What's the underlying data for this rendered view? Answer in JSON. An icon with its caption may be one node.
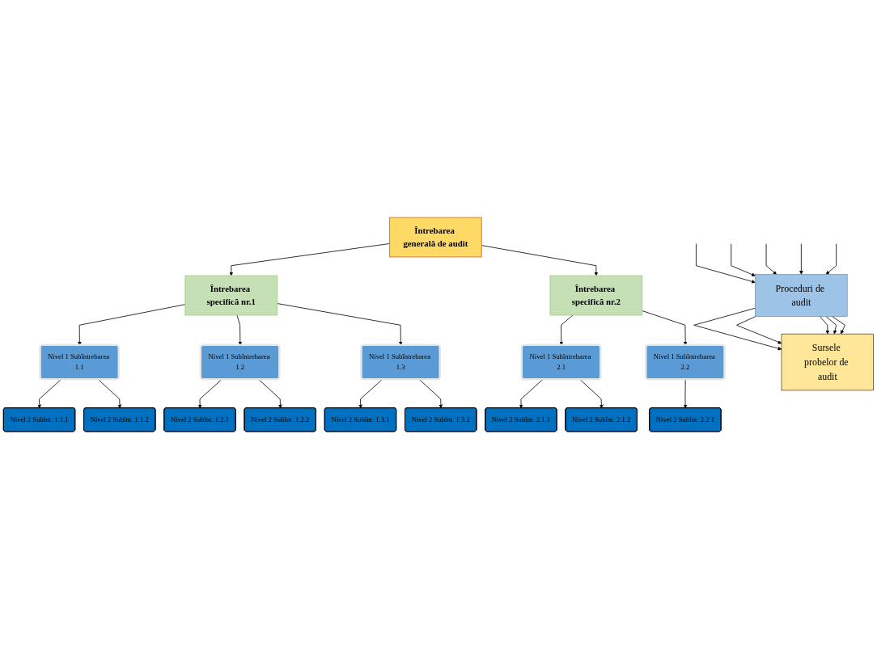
{
  "diagram": {
    "nodes": [
      {
        "text": [
          "Întrebarea generală de audit"
        ]
      },
      {
        "text": [
          "Întrebarea specifică nr.1"
        ]
      },
      {
        "text": [
          "Întrebarea specifică nr.2"
        ]
      },
      {
        "text": [
          "Nivel 1 Subîntrebarea 1.1"
        ]
      },
      {
        "text": [
          "Nivel 1 Subîntrebarea 1.2"
        ]
      },
      {
        "text": [
          "Nivel 1 Subîntrebarea 1.3"
        ]
      },
      {
        "text": [
          "Nivel 1 Subîntrebarea 2.1"
        ]
      },
      {
        "text": [
          "Nivel 1 Subîntrebarea 2.2"
        ]
      },
      {
        "text": [
          "Nivel 2 Subînt. 1.1.1"
        ]
      },
      {
        "text": [
          "Nivel 2 Subînt. 1.1.2"
        ]
      },
      {
        "text": [
          "Nivel 2 Subînt. 1.2.1"
        ]
      },
      {
        "text": [
          "Nivel 2 Subînt. 1.2.2"
        ]
      },
      {
        "text": [
          "Nivel 2 Subînt. 1.3.1"
        ]
      },
      {
        "text": [
          "Nivel 2 Subînt. 1.3.2"
        ]
      },
      {
        "text": [
          "Nivel 2 Subînt. 2.1.1"
        ]
      },
      {
        "text": [
          "Nivel 2 Subînt. 2.1.2"
        ]
      },
      {
        "text": [
          "Nivel 2 Subînt. 2.2.1"
        ]
      },
      {
        "text": [
          "Proceduri de audit"
        ]
      },
      {
        "text": [
          "Sursele probelor de audit"
        ]
      }
    ],
    "edges": [
      {
        "from": 0,
        "to": 1,
        "arrow": "to"
      },
      {
        "from": 0,
        "to": 2,
        "arrow": "to"
      },
      {
        "from": 1,
        "to": 3,
        "arrow": "to"
      },
      {
        "from": 1,
        "to": 4,
        "arrow": "to"
      },
      {
        "from": 1,
        "to": 5,
        "arrow": "to"
      },
      {
        "from": 2,
        "to": 6,
        "arrow": "to"
      },
      {
        "from": 2,
        "to": 7,
        "arrow": "to"
      },
      {
        "from": 3,
        "to": 8,
        "arrow": "to"
      },
      {
        "from": 3,
        "to": 9,
        "arrow": "to"
      },
      {
        "from": 4,
        "to": 10,
        "arrow": "to"
      },
      {
        "from": 4,
        "to": 11,
        "arrow": "to"
      },
      {
        "from": 5,
        "to": 12,
        "arrow": "to"
      },
      {
        "from": 5,
        "to": 13,
        "arrow": "to"
      },
      {
        "from": 6,
        "to": 14,
        "arrow": "to"
      },
      {
        "from": 6,
        "to": 15,
        "arrow": "to"
      },
      {
        "from": 7,
        "to": 16,
        "arrow": "to"
      },
      {
        "from": null,
        "to": 17,
        "arrow": "to"
      },
      {
        "from": null,
        "to": 17,
        "arrow": "to"
      },
      {
        "from": null,
        "to": 17,
        "arrow": "to"
      },
      {
        "from": null,
        "to": 17,
        "arrow": "to"
      },
      {
        "from": null,
        "to": 17,
        "arrow": "to"
      },
      {
        "from": 17,
        "to": 18,
        "arrow": "to"
      },
      {
        "from": 17,
        "to": 18,
        "arrow": "to"
      },
      {
        "from": 17,
        "to": 18,
        "arrow": "to"
      },
      {
        "from": 17,
        "to": 18,
        "arrow": "to"
      },
      {
        "from": 17,
        "to": 18,
        "arrow": "to"
      }
    ]
  }
}
